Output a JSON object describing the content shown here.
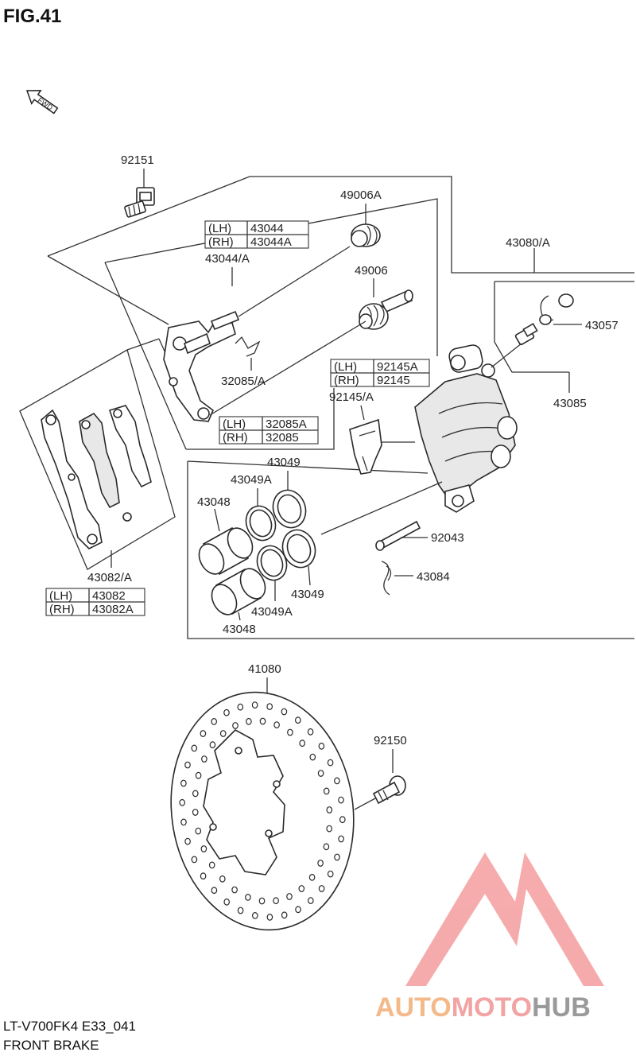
{
  "figure": {
    "title": "FIG.41",
    "model_code": "LT-V700FK4 E33_041",
    "section_name": "FRONT BRAKE",
    "fwd_label": "FWD"
  },
  "parts": [
    {
      "id": "p92151",
      "label": "92151"
    },
    {
      "id": "p49006A",
      "label": "49006A"
    },
    {
      "id": "p43080A",
      "label": "43080/A"
    },
    {
      "id": "p43044A",
      "label": "43044/A"
    },
    {
      "id": "p49006",
      "label": "49006"
    },
    {
      "id": "p43057",
      "label": "43057"
    },
    {
      "id": "p32085A",
      "label": "32085/A"
    },
    {
      "id": "p43085",
      "label": "43085"
    },
    {
      "id": "p92145A",
      "label": "92145/A"
    },
    {
      "id": "p43049a",
      "label": "43049"
    },
    {
      "id": "p43049Aa",
      "label": "43049A"
    },
    {
      "id": "p43048a",
      "label": "43048"
    },
    {
      "id": "p92043",
      "label": "92043"
    },
    {
      "id": "p43084",
      "label": "43084"
    },
    {
      "id": "p43082A",
      "label": "43082/A"
    },
    {
      "id": "p43049b",
      "label": "43049"
    },
    {
      "id": "p43049Ab",
      "label": "43049A"
    },
    {
      "id": "p43048b",
      "label": "43048"
    },
    {
      "id": "p41080",
      "label": "41080"
    },
    {
      "id": "p92150",
      "label": "92150"
    }
  ],
  "side_tables": {
    "t43044": [
      {
        "side": "(LH)",
        "part": "43044"
      },
      {
        "side": "(RH)",
        "part": "43044A"
      }
    ],
    "t92145": [
      {
        "side": "(LH)",
        "part": "92145A"
      },
      {
        "side": "(RH)",
        "part": "92145"
      }
    ],
    "t32085": [
      {
        "side": "(LH)",
        "part": "32085A"
      },
      {
        "side": "(RH)",
        "part": "32085"
      }
    ],
    "t43082": [
      {
        "side": "(LH)",
        "part": "43082"
      },
      {
        "side": "(RH)",
        "part": "43082A"
      }
    ]
  },
  "watermark": {
    "text_a": "AUTO",
    "text_b": "MOTO",
    "text_c": "HUB",
    "color_a": "#f4b98a",
    "color_b": "#f2a3a3",
    "color_c": "#9a9a9a",
    "logo_color": "#f5a3a3"
  }
}
